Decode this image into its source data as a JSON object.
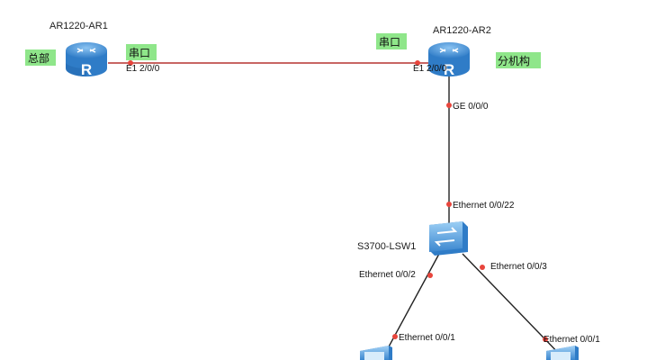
{
  "colors": {
    "background": "#ffffff",
    "serial_link": "#c0504d",
    "ethernet_link": "#222222",
    "port_dot": "#e8453c",
    "tag_bg": "#8fe68a",
    "device_blue": "#4a90d9"
  },
  "devices": {
    "ar1": {
      "name": "AR1220-AR1",
      "icon": "router-icon",
      "tag": "总部"
    },
    "ar2": {
      "name": "AR1220-AR2",
      "icon": "router-icon",
      "tag": "分机构"
    },
    "lsw1": {
      "name": "S3700-LSW1",
      "icon": "switch-icon"
    },
    "pc_left": {
      "icon": "pc-icon"
    },
    "pc_right": {
      "icon": "pc-icon"
    }
  },
  "links": {
    "serial": {
      "tag_a": "串口",
      "tag_b": "串口",
      "port_a": "E1 2/0/0",
      "port_b": "E1 2/0/0"
    },
    "ar2_lsw1": {
      "port_a": "GE 0/0/0",
      "port_b": "Ethernet 0/0/22"
    },
    "lsw1_pc_left": {
      "port_a": "Ethernet 0/0/2",
      "port_b": "Ethernet 0/0/1"
    },
    "lsw1_pc_right": {
      "port_a": "Ethernet 0/0/3",
      "port_b": "Ethernet 0/0/1"
    }
  }
}
